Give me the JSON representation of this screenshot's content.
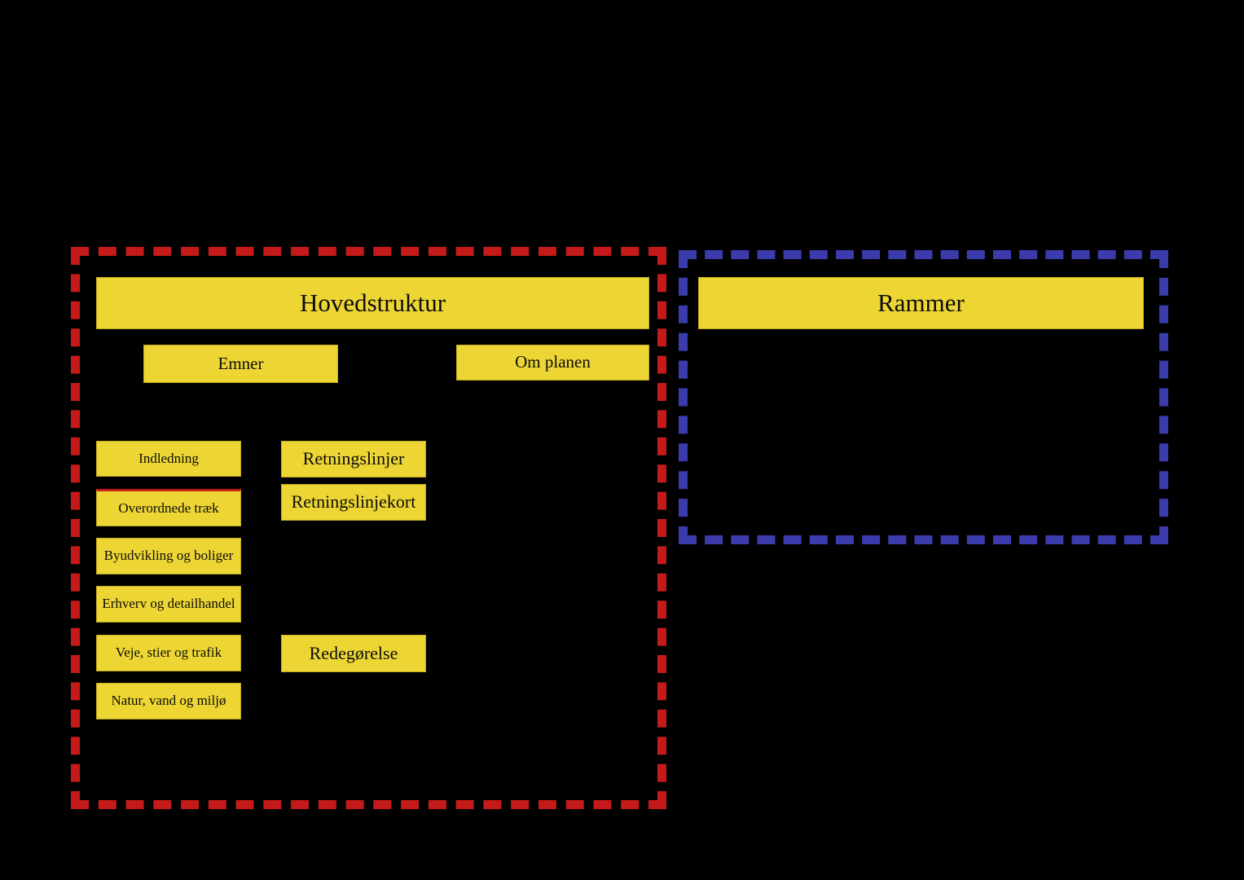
{
  "colors": {
    "background": "#000000",
    "node_fill": "#edd633",
    "node_text": "#0d0d0d",
    "group_hovedstruktur_border": "#c41a1a",
    "group_rammer_border": "#3b3bab",
    "highlight_rule": "#c41a1a"
  },
  "groups": {
    "hovedstruktur": {
      "name": "Hovedstruktur",
      "border_style": "dashed",
      "title": "Hovedstruktur",
      "sections": {
        "emner": "Emner",
        "om_planen": "Om planen"
      },
      "emner_items": [
        "Indledning",
        "Overordnede træk",
        "Byudvikling og boliger",
        "Erhverv og detailhandel",
        "Veje, stier og trafik",
        "Natur, vand og miljø"
      ],
      "om_planen_items": [
        "Retningslinjer",
        "Retningslinjekort",
        "Redegørelse"
      ]
    },
    "rammer": {
      "name": "Rammer",
      "border_style": "dashed",
      "title": "Rammer",
      "items": []
    }
  }
}
